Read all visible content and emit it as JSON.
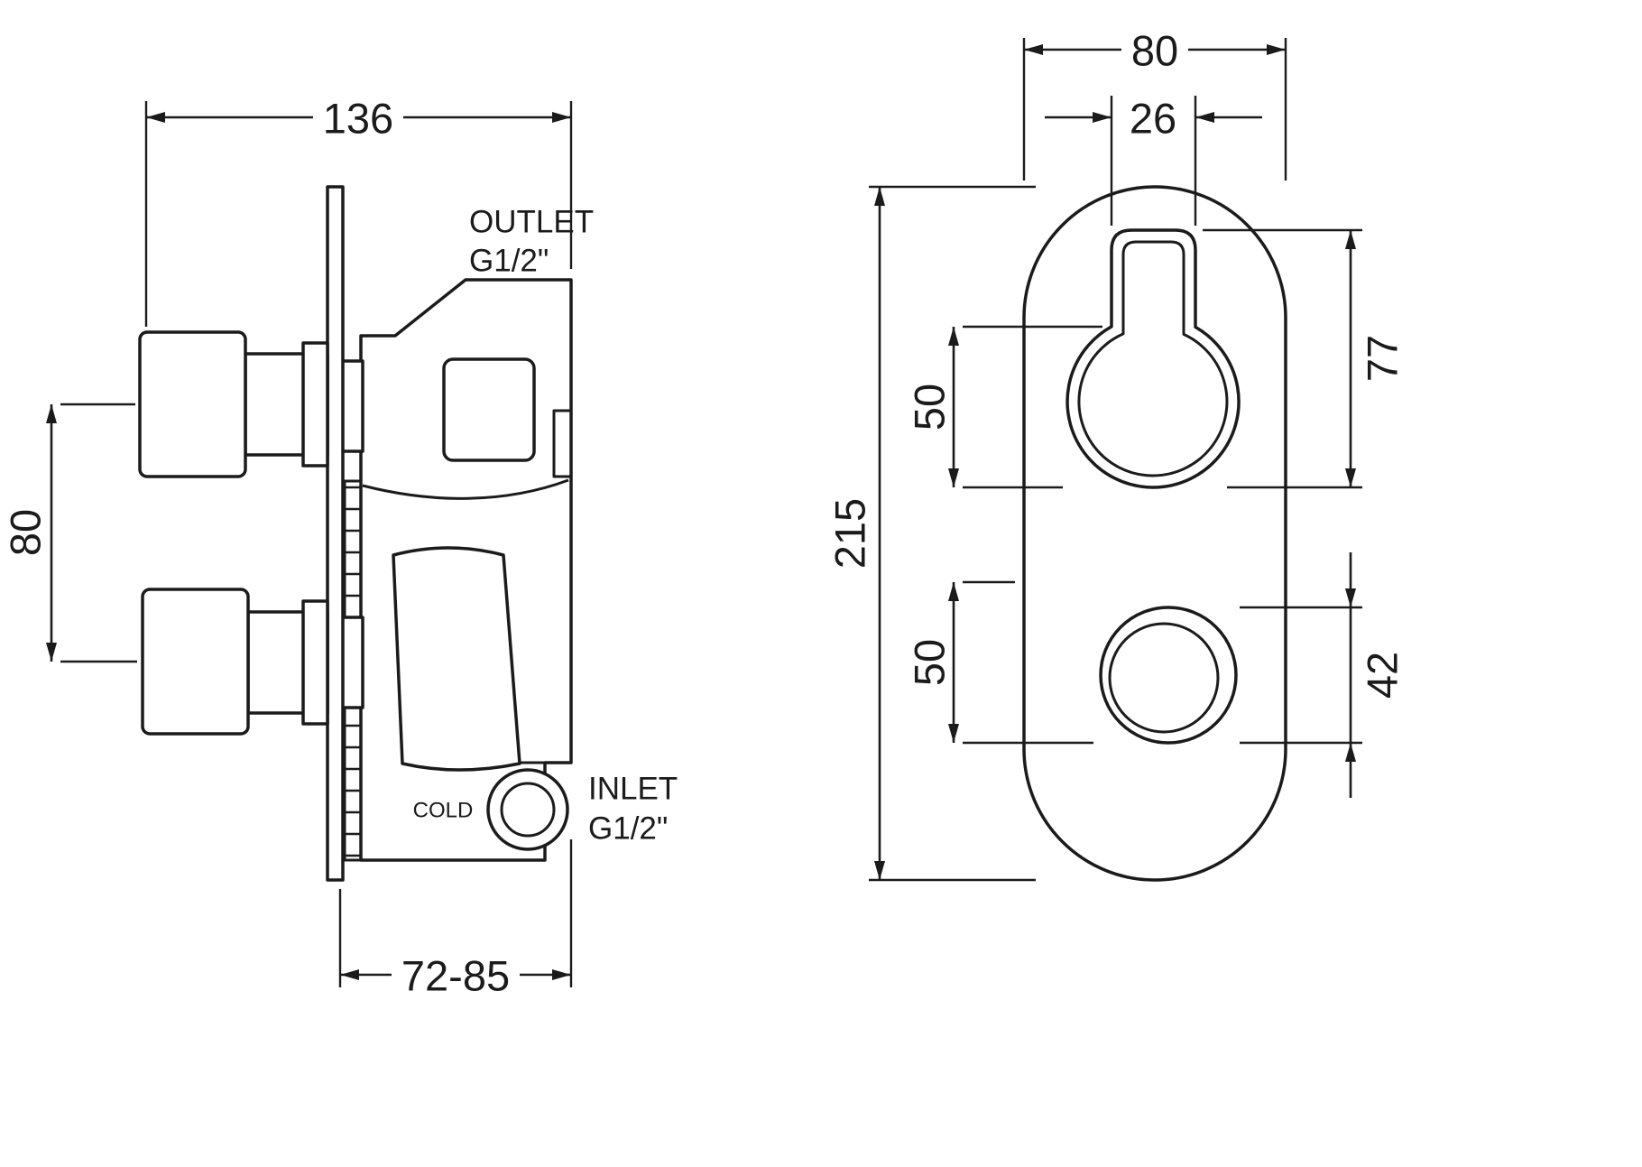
{
  "drawing": {
    "side_view": {
      "dim_width": "136",
      "dim_handle_spacing": "80",
      "dim_depth_range": "72-85",
      "outlet_label": "OUTLET",
      "outlet_thread": "G1/2\"",
      "inlet_label": "INLET",
      "inlet_thread": "G1/2\"",
      "cold_label": "COLD"
    },
    "front_view": {
      "dim_plate_width": "80",
      "dim_lever_width": "26",
      "dim_plate_height": "215",
      "dim_top_control_height": "77",
      "dim_top_control_offset": "50",
      "dim_bottom_control_offset": "50",
      "dim_bottom_control_diameter": "42"
    }
  }
}
